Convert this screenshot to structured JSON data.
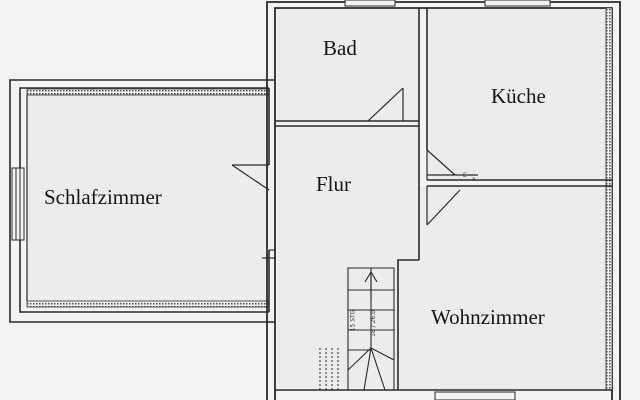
{
  "rooms": {
    "bad": "Bad",
    "kueche": "Küche",
    "flur": "Flur",
    "schlafzimmer": "Schlafzimmer",
    "wohnzimmer": "Wohnzimmer"
  },
  "stairs": {
    "label_a": "15 STG",
    "label_b": "18 / 26.0"
  },
  "colors": {
    "paper": "#f3f3f1",
    "wall": "#2a2a2a",
    "hatch": "#555555",
    "fill": "#e9e9e7"
  }
}
